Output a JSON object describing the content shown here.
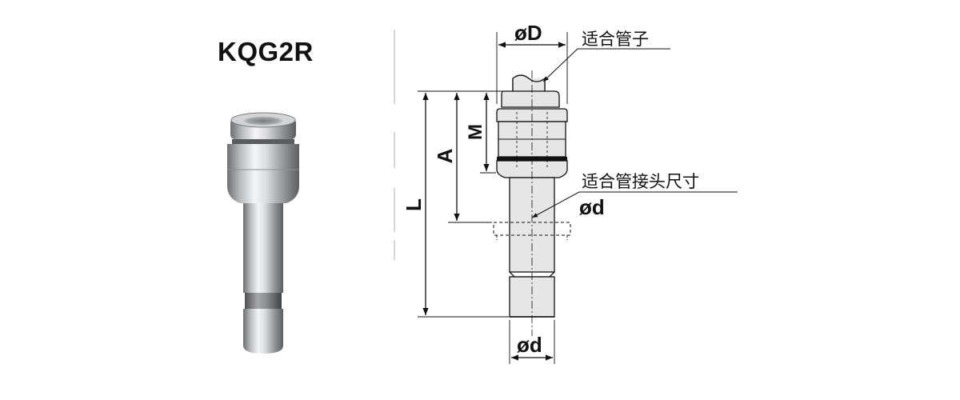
{
  "product": {
    "model": "KQG2R"
  },
  "dimensions": {
    "D": "øD",
    "M": "M",
    "A": "A",
    "L": "L",
    "d_mid": "ød",
    "d_bottom": "ød"
  },
  "callouts": {
    "tube": "适合管子",
    "stem": "适合管接头尺寸"
  }
}
